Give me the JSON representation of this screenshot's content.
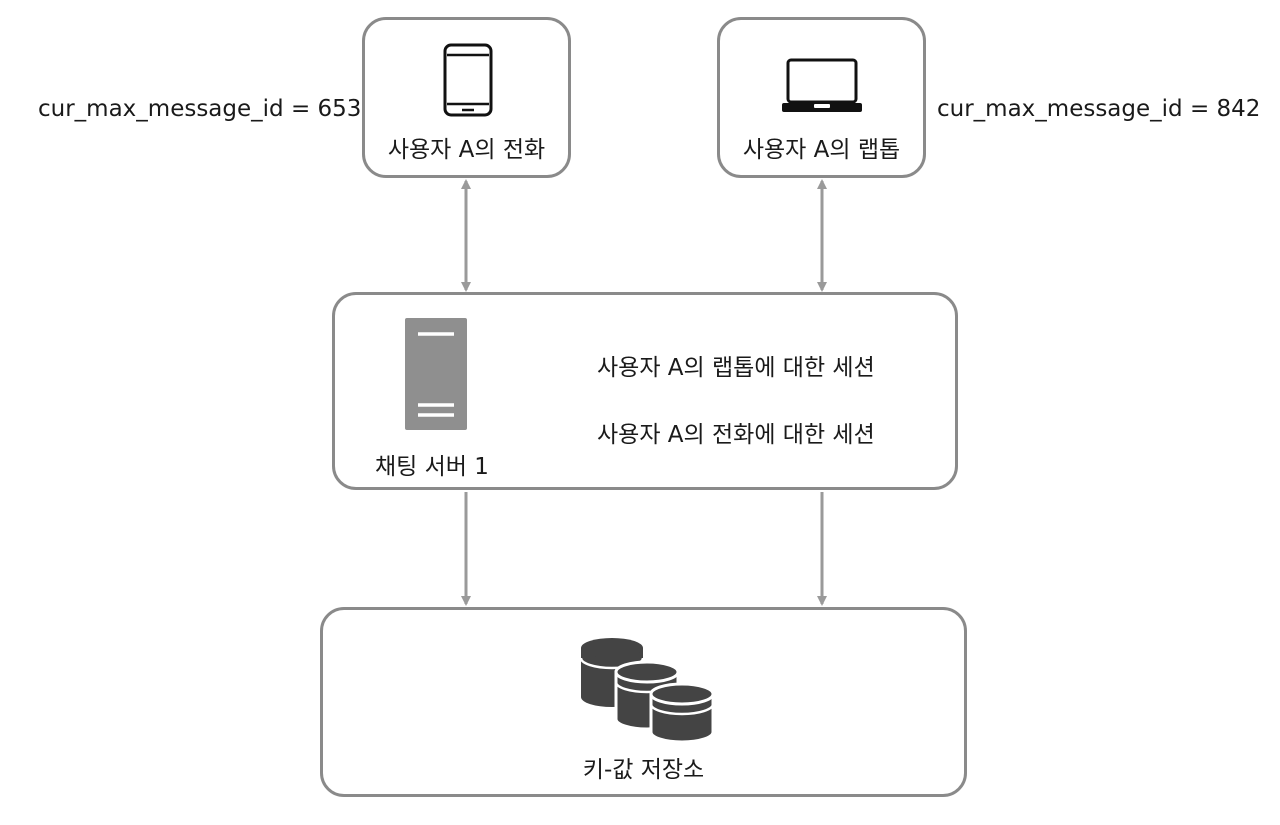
{
  "phone": {
    "label": "사용자 A의 전화",
    "cur_id": "cur_max_message_id = 653"
  },
  "laptop": {
    "label": "사용자 A의 랩톱",
    "cur_id": "cur_max_message_id = 842"
  },
  "server": {
    "label": "채팅 서버 1",
    "sessions": [
      "사용자 A의 랩톱에 대한 세션",
      "사용자 A의 전화에 대한 세션"
    ]
  },
  "store": {
    "label": "키-값 저장소"
  },
  "colors": {
    "border": "#8a8a8a",
    "arrow": "#9a9a9a",
    "server": "#8f8f8f",
    "db": "#444444"
  }
}
